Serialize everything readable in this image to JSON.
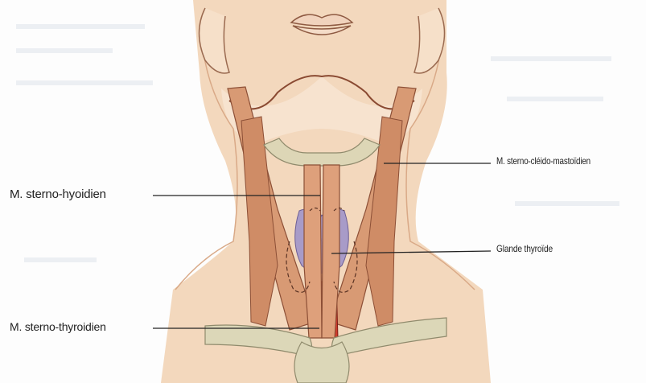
{
  "labels": {
    "sterno_hyoidien": "M. sterno-hyoidien",
    "sterno_thyroidien": "M. sterno-thyroidien",
    "sterno_cleido_mastoidien": "M. sterno-cléido-mastoïdien",
    "glande_thyroide": "Glande thyroïde"
  },
  "colors": {
    "skin": "#f3d8bd",
    "skin_shadow": "#e7b896",
    "muscle": "#d89a74",
    "muscle_dark": "#b86f4f",
    "thyroid": "#a89bc8",
    "sternothyroid": "#cf3b2d",
    "bone": "#dcd7b8",
    "outline": "#6b3a2a"
  }
}
